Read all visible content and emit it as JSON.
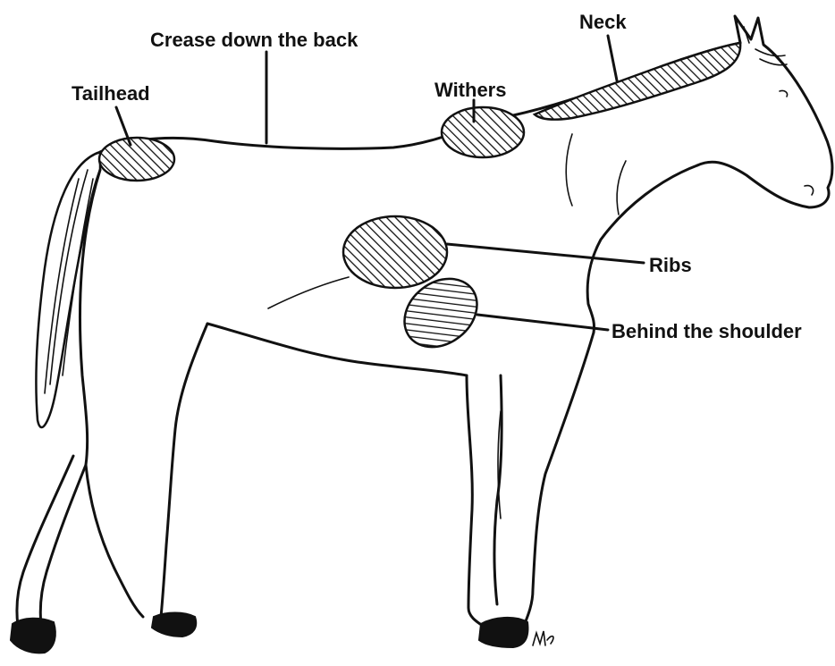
{
  "labels": {
    "crease": "Crease down the back",
    "neck": "Neck",
    "tailhead": "Tailhead",
    "withers": "Withers",
    "ribs": "Ribs",
    "behind_shoulder": "Behind the shoulder"
  },
  "icons": {
    "horse": "horse-outline-icon",
    "artist_mark": "signature-icon"
  },
  "colors": {
    "ink": "#111111",
    "background": "#ffffff"
  }
}
